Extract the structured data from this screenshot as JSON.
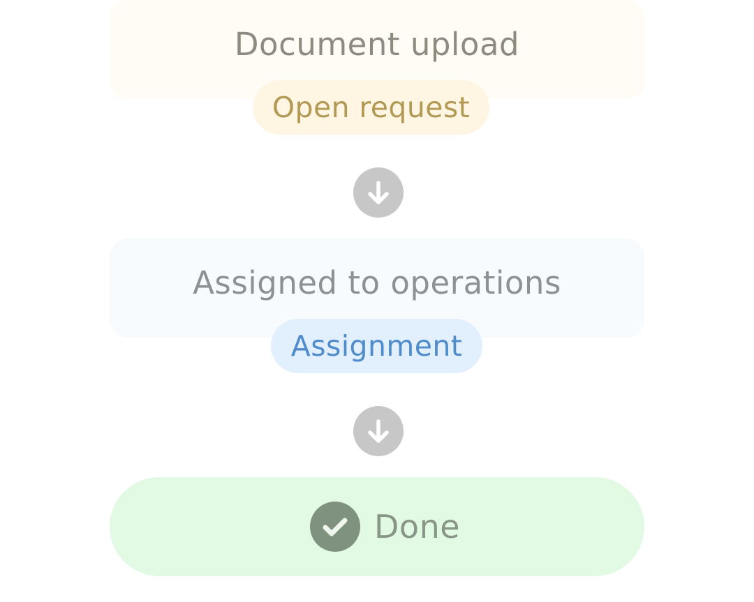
{
  "steps": [
    {
      "title": "Document upload",
      "badge": "Open request"
    },
    {
      "title": "Assigned to operations",
      "badge": "Assignment"
    }
  ],
  "final_step": {
    "label": "Done",
    "icon": "check-circle-icon"
  },
  "connector_icon": "arrow-down-icon",
  "colors": {
    "step1_background": "#fffcf6",
    "step1_badge_background": "#fff5e3",
    "step1_badge_text": "#b29a55",
    "step2_background": "#f7fbfe",
    "step2_badge_background": "#e2effd",
    "step2_badge_text": "#4f8ccb",
    "connector": "#c7c7c7",
    "done_background": "#e2f9e4",
    "done_accent": "#7f917f"
  }
}
